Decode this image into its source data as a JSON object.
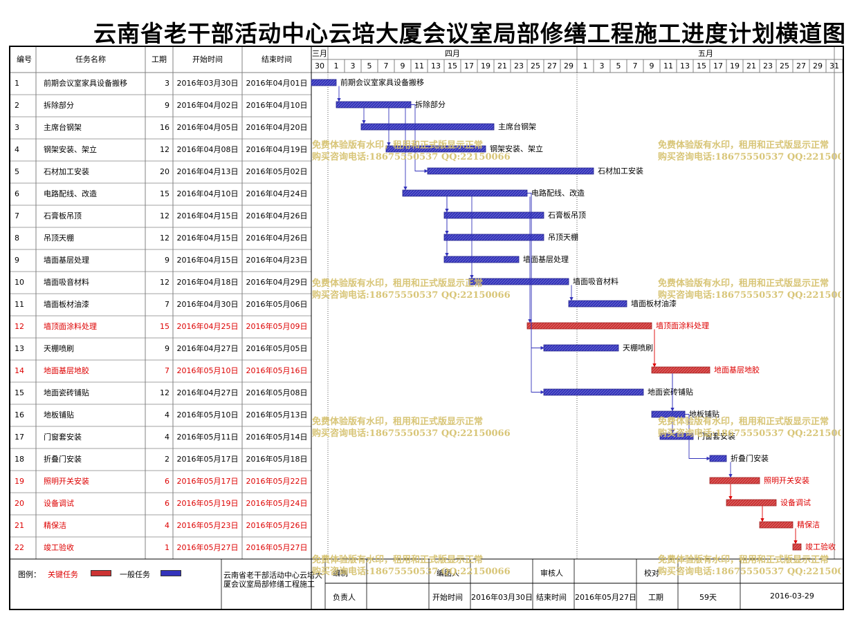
{
  "title": "云南省老干部活动中心云培大厦会议室局部修缮工程施工进度计划横道图",
  "columns": {
    "id": "编号",
    "name": "任务名称",
    "duration": "工期",
    "start": "开始时间",
    "end": "结束时间"
  },
  "colors": {
    "critical": "#cc3333",
    "normal": "#3333bb",
    "critical_text": "#dd0000",
    "normal_text": "#000000",
    "watermark": "#d6c270"
  },
  "chart_data": {
    "type": "gantt",
    "timeline_start": "2016-03-30",
    "timeline_end": "2016-05-31",
    "months": [
      "三月",
      "四月",
      "五月"
    ],
    "day_ticks": [
      "30",
      "1",
      "3",
      "5",
      "7",
      "9",
      "11",
      "13",
      "15",
      "17",
      "19",
      "21",
      "23",
      "25",
      "27",
      "29",
      "1",
      "3",
      "5",
      "7",
      "9",
      "11",
      "13",
      "15",
      "17",
      "19",
      "21",
      "23",
      "25",
      "27",
      "29",
      "31"
    ],
    "tasks": [
      {
        "id": "1",
        "name": "前期会议室家具设备搬移",
        "duration": "3",
        "start": "2016年03月30日",
        "end": "2016年04月01日",
        "critical": false,
        "s": "2016-03-30",
        "e": "2016-04-01"
      },
      {
        "id": "2",
        "name": "拆除部分",
        "duration": "9",
        "start": "2016年04月02日",
        "end": "2016年04月10日",
        "critical": false,
        "s": "2016-04-02",
        "e": "2016-04-10"
      },
      {
        "id": "3",
        "name": "主席台钢架",
        "duration": "16",
        "start": "2016年04月05日",
        "end": "2016年04月20日",
        "critical": false,
        "s": "2016-04-05",
        "e": "2016-04-20"
      },
      {
        "id": "4",
        "name": "钢架安装、架立",
        "duration": "12",
        "start": "2016年04月08日",
        "end": "2016年04月19日",
        "critical": false,
        "s": "2016-04-08",
        "e": "2016-04-19"
      },
      {
        "id": "5",
        "name": "石材加工安装",
        "duration": "20",
        "start": "2016年04月13日",
        "end": "2016年05月02日",
        "critical": false,
        "s": "2016-04-13",
        "e": "2016-05-02"
      },
      {
        "id": "6",
        "name": "电路配线、改造",
        "duration": "15",
        "start": "2016年04月10日",
        "end": "2016年04月24日",
        "critical": false,
        "s": "2016-04-10",
        "e": "2016-04-24"
      },
      {
        "id": "7",
        "name": "石膏板吊顶",
        "duration": "12",
        "start": "2016年04月15日",
        "end": "2016年04月26日",
        "critical": false,
        "s": "2016-04-15",
        "e": "2016-04-26"
      },
      {
        "id": "8",
        "name": "吊顶天棚",
        "duration": "12",
        "start": "2016年04月15日",
        "end": "2016年04月26日",
        "critical": false,
        "s": "2016-04-15",
        "e": "2016-04-26"
      },
      {
        "id": "9",
        "name": "墙面基层处理",
        "duration": "9",
        "start": "2016年04月15日",
        "end": "2016年04月23日",
        "critical": false,
        "s": "2016-04-15",
        "e": "2016-04-23"
      },
      {
        "id": "10",
        "name": "墙面吸音材料",
        "duration": "12",
        "start": "2016年04月18日",
        "end": "2016年04月29日",
        "critical": false,
        "s": "2016-04-18",
        "e": "2016-04-29"
      },
      {
        "id": "11",
        "name": "墙面板材油漆",
        "duration": "7",
        "start": "2016年04月30日",
        "end": "2016年05月06日",
        "critical": false,
        "s": "2016-04-30",
        "e": "2016-05-06"
      },
      {
        "id": "12",
        "name": "墙顶面涂料处理",
        "duration": "15",
        "start": "2016年04月25日",
        "end": "2016年05月09日",
        "critical": true,
        "s": "2016-04-25",
        "e": "2016-05-09"
      },
      {
        "id": "13",
        "name": "天棚喷刷",
        "duration": "9",
        "start": "2016年04月27日",
        "end": "2016年05月05日",
        "critical": false,
        "s": "2016-04-27",
        "e": "2016-05-05"
      },
      {
        "id": "14",
        "name": "地面基层地胶",
        "duration": "7",
        "start": "2016年05月10日",
        "end": "2016年05月16日",
        "critical": true,
        "s": "2016-05-10",
        "e": "2016-05-16"
      },
      {
        "id": "15",
        "name": "地面瓷砖铺贴",
        "duration": "12",
        "start": "2016年04月27日",
        "end": "2016年05月08日",
        "critical": false,
        "s": "2016-04-27",
        "e": "2016-05-08"
      },
      {
        "id": "16",
        "name": "地板铺贴",
        "duration": "4",
        "start": "2016年05月10日",
        "end": "2016年05月13日",
        "critical": false,
        "s": "2016-05-10",
        "e": "2016-05-13"
      },
      {
        "id": "17",
        "name": "门窗套安装",
        "duration": "4",
        "start": "2016年05月11日",
        "end": "2016年05月14日",
        "critical": false,
        "s": "2016-05-11",
        "e": "2016-05-14"
      },
      {
        "id": "18",
        "name": "折叠门安装",
        "duration": "2",
        "start": "2016年05月17日",
        "end": "2016年05月18日",
        "critical": false,
        "s": "2016-05-17",
        "e": "2016-05-18"
      },
      {
        "id": "19",
        "name": "照明开关安装",
        "duration": "6",
        "start": "2016年05月17日",
        "end": "2016年05月22日",
        "critical": true,
        "s": "2016-05-17",
        "e": "2016-05-22"
      },
      {
        "id": "20",
        "name": "设备调试",
        "duration": "6",
        "start": "2016年05月19日",
        "end": "2016年05月24日",
        "critical": true,
        "s": "2016-05-19",
        "e": "2016-05-24"
      },
      {
        "id": "21",
        "name": "精保洁",
        "duration": "4",
        "start": "2016年05月23日",
        "end": "2016年05月26日",
        "critical": true,
        "s": "2016-05-23",
        "e": "2016-05-26"
      },
      {
        "id": "22",
        "name": "竣工验收",
        "duration": "1",
        "start": "2016年05月27日",
        "end": "2016年05月27日",
        "critical": true,
        "s": "2016-05-27",
        "e": "2016-05-27"
      }
    ],
    "links": [
      [
        1,
        2
      ],
      [
        2,
        3
      ],
      [
        2,
        4
      ],
      [
        2,
        5
      ],
      [
        2,
        6
      ],
      [
        6,
        7
      ],
      [
        6,
        8
      ],
      [
        6,
        9
      ],
      [
        6,
        10
      ],
      [
        6,
        12
      ],
      [
        10,
        11
      ],
      [
        6,
        13
      ],
      [
        6,
        15
      ],
      [
        12,
        14
      ],
      [
        14,
        16
      ],
      [
        14,
        17
      ],
      [
        16,
        18
      ],
      [
        18,
        19
      ],
      [
        19,
        20
      ],
      [
        20,
        21
      ],
      [
        21,
        22
      ]
    ]
  },
  "legend": {
    "label": "图例：",
    "critical_label": "关键任务",
    "normal_label": "一般任务"
  },
  "footer": {
    "project": "云南省老干部活动中心云培大厦会议室局部修缮工程施工",
    "row1": {
      "c1": "编制",
      "c2": "编图人",
      "c3": "审核人",
      "c4": "校对"
    },
    "row2": {
      "c1": "负责人",
      "c2": "开始时间",
      "c2v": "2016年03月30日",
      "c3": "结束时间",
      "c3v": "2016年05月27日",
      "c4": "工期",
      "c4v": "59天",
      "date": "2016-03-29"
    }
  },
  "watermark": {
    "line1": "免费体验版有水印，租用和正式版显示正常",
    "line2": "购买咨询电话:18675550537 QQ:22150066"
  }
}
